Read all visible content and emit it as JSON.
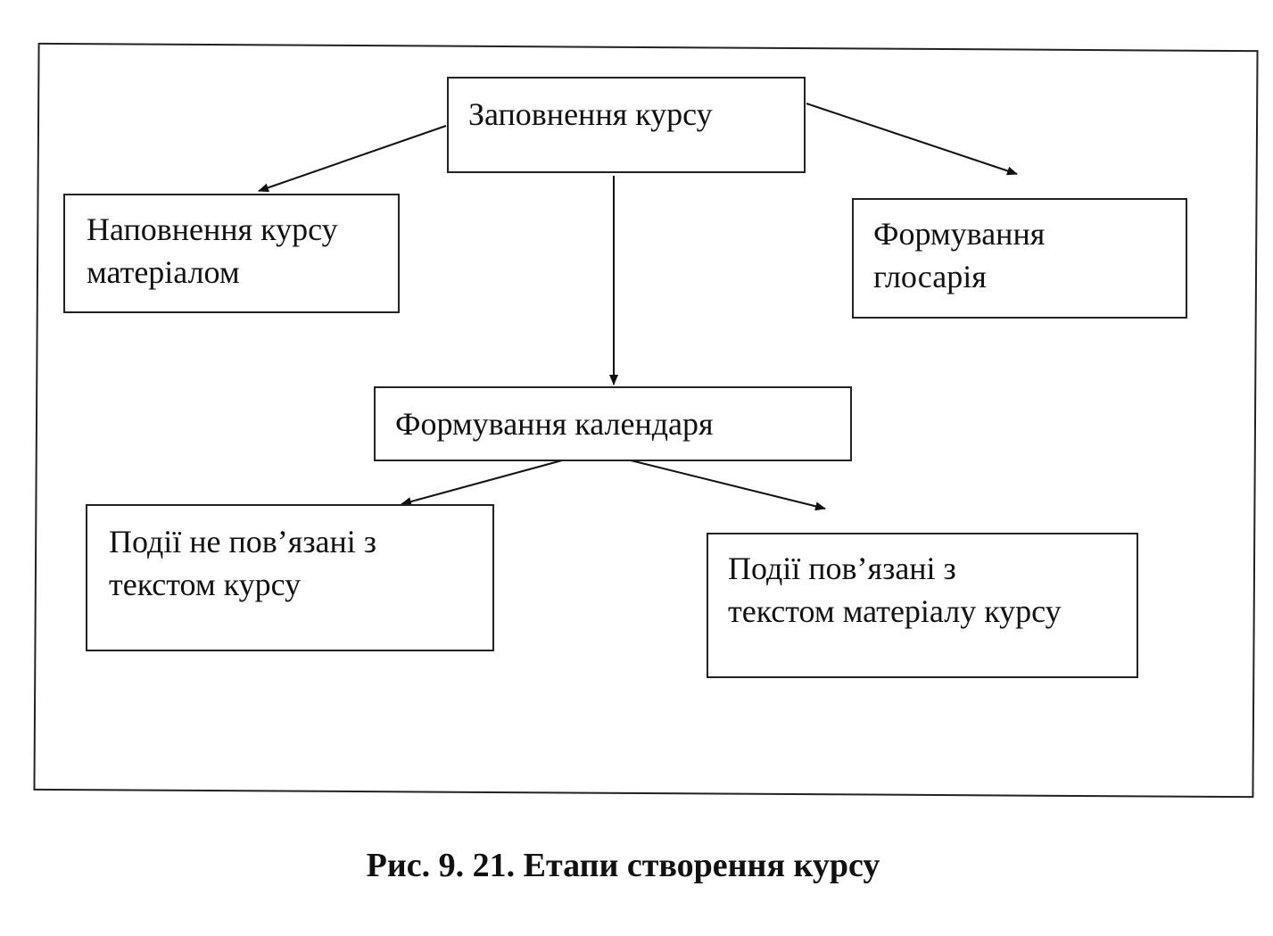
{
  "diagram": {
    "nodes": {
      "root": "Заповнення курсу",
      "material": [
        "Наповнення курсу",
        "матеріалом"
      ],
      "glossary": [
        "Формування",
        "глосарія"
      ],
      "calendar": "Формування календаря",
      "unrelated_events": [
        "Події не пов’язані з",
        "текстом курсу"
      ],
      "related_events": [
        "Події пов’язані з",
        "текстом матеріалу курсу"
      ]
    },
    "edges": [
      {
        "from": "root",
        "to": "material"
      },
      {
        "from": "root",
        "to": "glossary"
      },
      {
        "from": "root",
        "to": "calendar"
      },
      {
        "from": "calendar",
        "to": "unrelated_events"
      },
      {
        "from": "calendar",
        "to": "related_events"
      }
    ]
  },
  "caption": "Рис. 9. 21. Етапи створення курсу"
}
